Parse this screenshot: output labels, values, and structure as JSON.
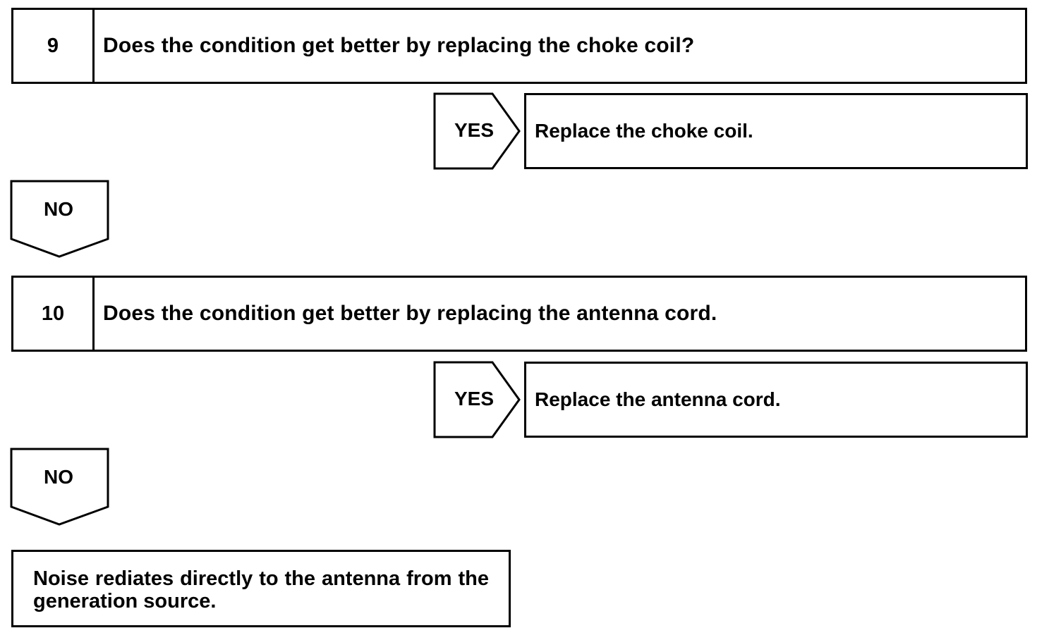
{
  "steps": [
    {
      "number": "9",
      "question": "Does the condition get better by replacing the choke coil?",
      "yes_label": "YES",
      "yes_action": "Replace the choke coil.",
      "no_label": "NO"
    },
    {
      "number": "10",
      "question": "Does the condition get better by replacing the antenna cord.",
      "yes_label": "YES",
      "yes_action": "Replace the antenna cord.",
      "no_label": "NO"
    }
  ],
  "conclusion": "Noise rediates directly to the antenna from the generation source."
}
